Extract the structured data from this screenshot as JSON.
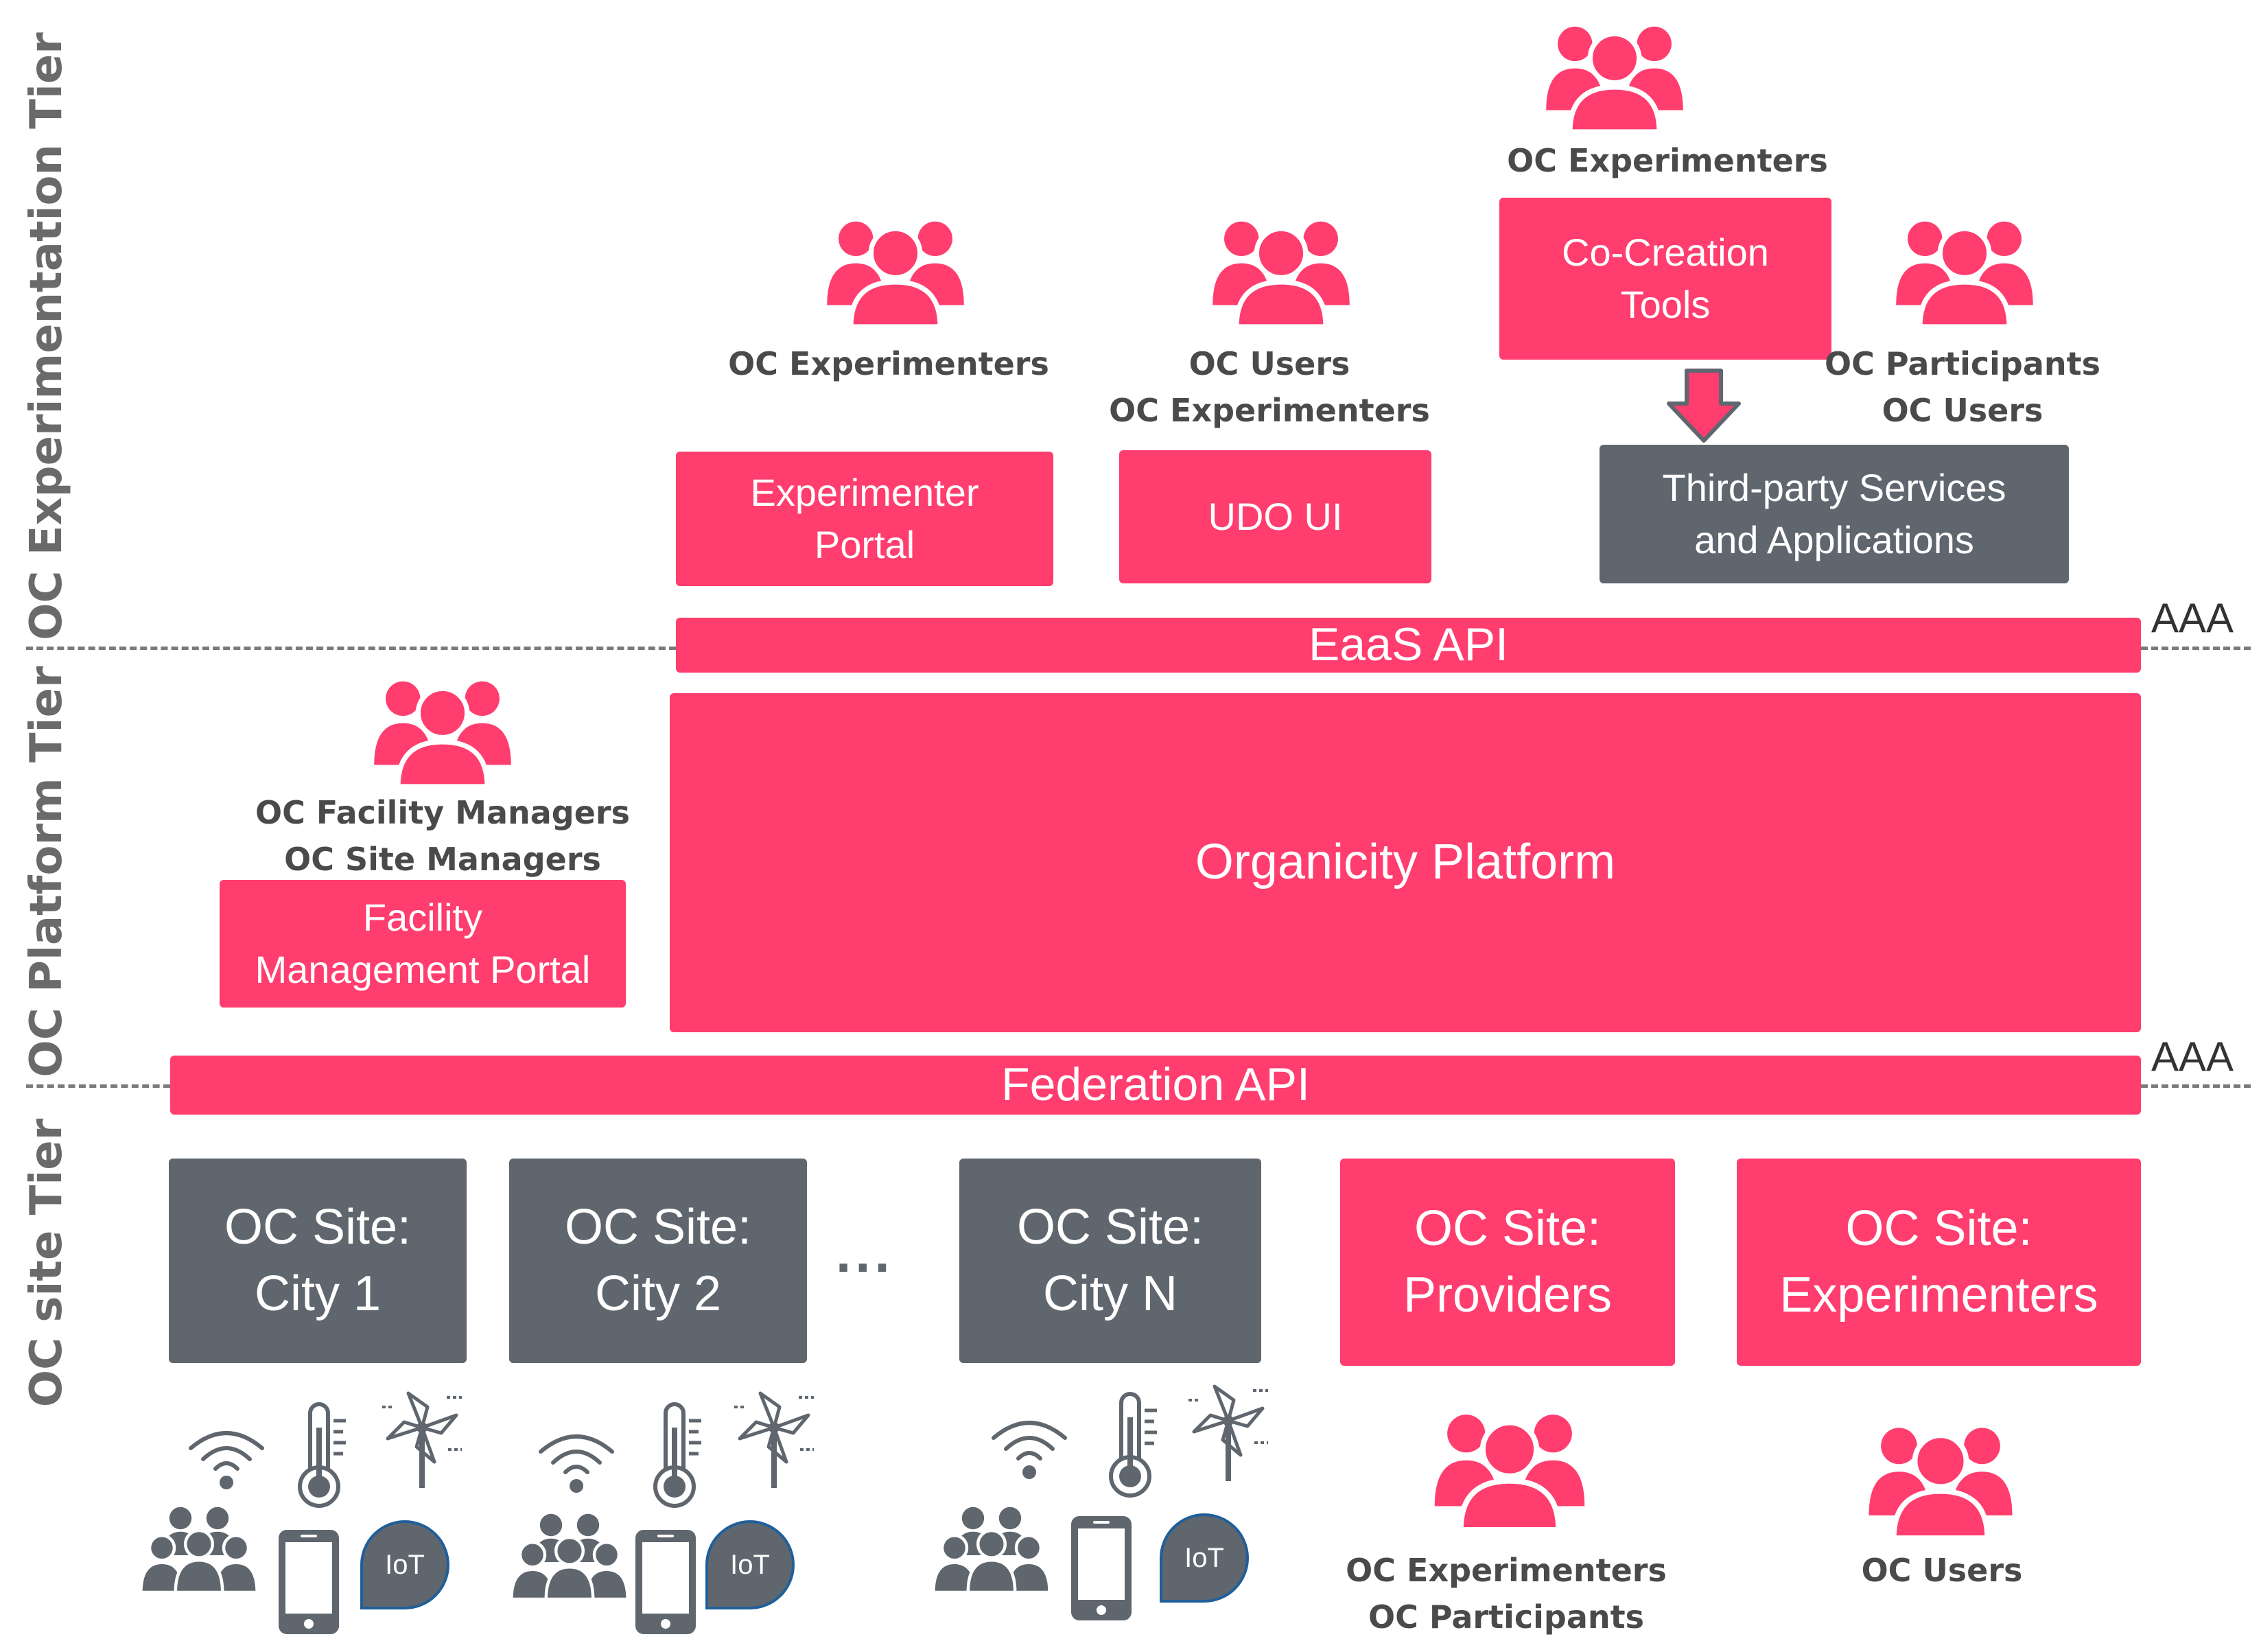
{
  "colors": {
    "accent": "#ff3d6e",
    "dark": "#5f666e",
    "text": "#4a4a4a"
  },
  "tiers": {
    "experimentation": "OC Experimentation Tier",
    "platform": "OC Platform Tier",
    "site": "OC site Tier"
  },
  "aaa": {
    "top": "AAA",
    "bottom": "AAA"
  },
  "roles": {
    "co_creation": "OC Experimenters",
    "portal": "OC Experimenters",
    "udo": "OC Users\nOC Experimenters",
    "third_party": "OC Participants\nOC Users",
    "facility": "OC Facility Managers\nOC Site Managers",
    "providers": "OC Experimenters\nOC Participants",
    "site_experimenters": "OC Users"
  },
  "boxes": {
    "co_creation": "Co-Creation\nTools",
    "experimenter_portal": "Experimenter\nPortal",
    "udo_ui": "UDO UI",
    "third_party": "Third-party Services\nand Applications",
    "eaas_api": "EaaS API",
    "platform": "Organicity Platform",
    "facility_portal": "Facility\nManagement Portal",
    "federation_api": "Federation API",
    "site_city1": "OC Site:\nCity 1",
    "site_city2": "OC Site:\nCity 2",
    "ellipsis": "...",
    "site_cityN": "OC Site:\nCity N",
    "site_providers": "OC Site:\nProviders",
    "site_experimenters": "OC Site:\nExperimenters"
  },
  "iot_label": "IoT",
  "icons": [
    "people-group-icon",
    "wifi-icon",
    "thermometer-icon",
    "wind-turbine-icon",
    "smartphone-icon",
    "iot-badge-icon",
    "down-arrow-icon"
  ]
}
